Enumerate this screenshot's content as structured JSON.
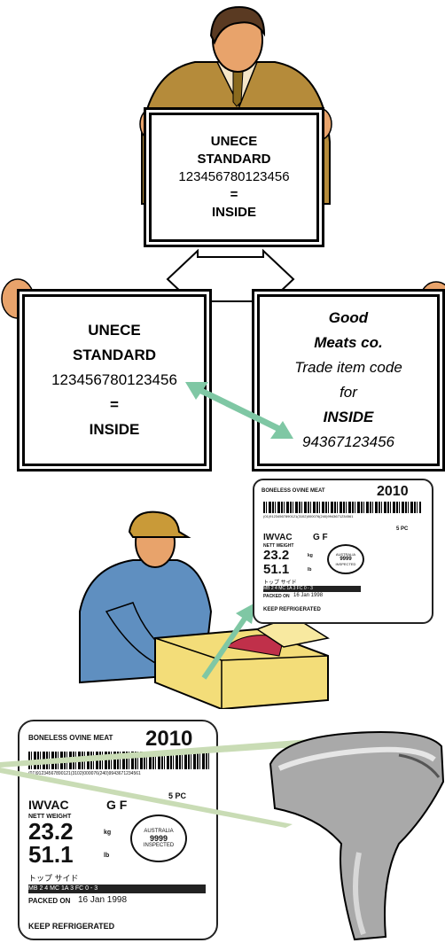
{
  "top_sign": {
    "line1": "UNECE",
    "line2": "STANDARD",
    "line3": "123456780123456",
    "line4": "=",
    "line5": "INSIDE"
  },
  "left_sign": {
    "line1": "UNECE",
    "line2": "STANDARD",
    "line3": "123456780123456",
    "line4": "=",
    "line5": "INSIDE"
  },
  "right_sign": {
    "line1": "Good",
    "line2": "Meats co.",
    "line3": "Trade item code",
    "line4": "for",
    "line5": "INSIDE",
    "line6": "94367123456"
  },
  "label": {
    "product": "BONELESS OVINE MEAT",
    "code": "2010",
    "barcode_text": "(01)91234567890121(3102)000076(240)9943671234561",
    "pack_count": "5 PC",
    "packaging": "IWVAC",
    "grade": "G F",
    "nett_weight_label": "NETT WEIGHT",
    "weight_kg": "23.2",
    "unit_kg": "kg",
    "weight_lb": "51.1",
    "unit_lb": "lb",
    "stamp_top": "AUSTRALIA",
    "stamp_num": "9999",
    "stamp_bottom": "INSPECTED",
    "japanese": "トップ サイド",
    "dark_bar": "MB 2   4 MC 1A   3 FC 0 - 3",
    "packed_on_label": "PACKED ON",
    "packed_date": "16 Jan 1998",
    "storage": "KEEP REFRIGERATED"
  },
  "colors": {
    "arrow_green": "#7fc7a4",
    "beam": "#c9dcb5",
    "suit": "#b58b3a",
    "hair": "#5a3a22",
    "skin": "#e8a36b",
    "worker_shirt": "#5f8fc0",
    "box": "#f3dd79",
    "scanner": "#a9a9a9"
  }
}
